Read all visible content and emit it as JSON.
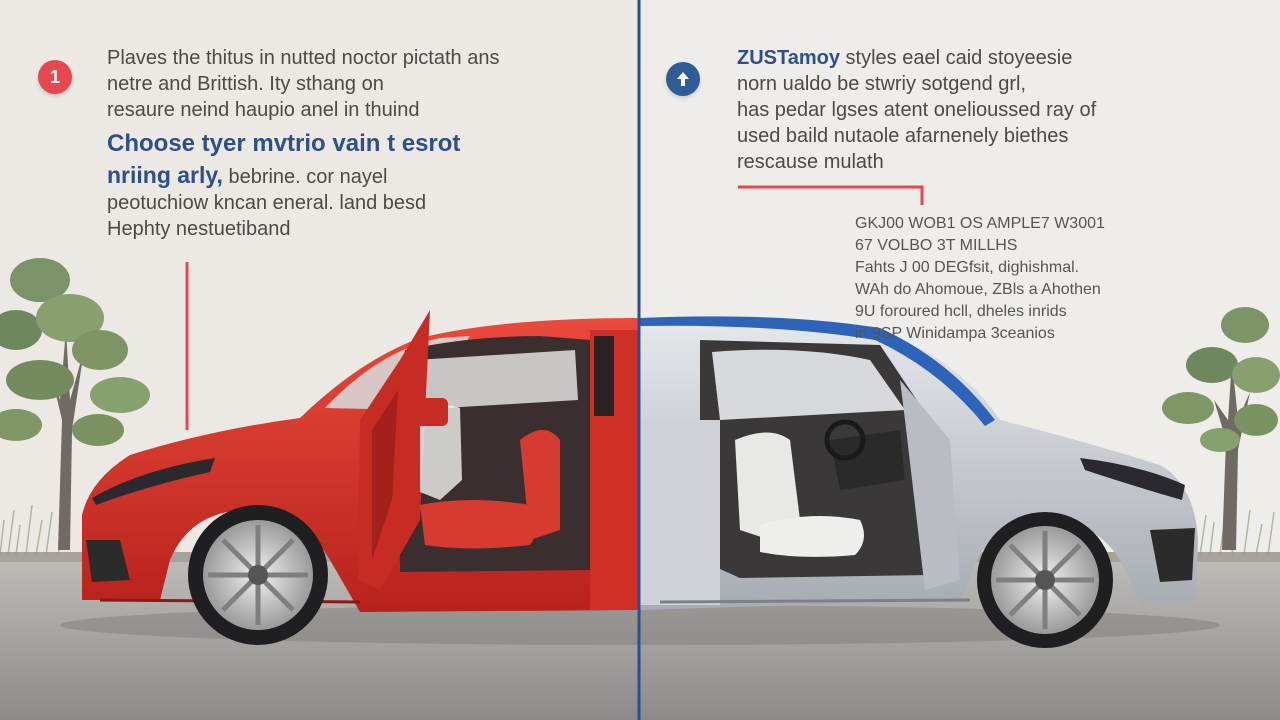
{
  "left_panel": {
    "badge_number": "1",
    "intro_lines": [
      "Plaves the thitus in nutted noctor pictath ans",
      "netre and Brittish. Ity sthang on",
      "resaure neind haupio anel in thuind"
    ],
    "heading": "Choose tyer mvtrio vain t esrot",
    "sub_accent": "nriing arly,",
    "sub_rest": "bebrine. cor nayel",
    "body_lines": [
      "peotuchiow kncan eneral. land besd",
      "Hephty nestuetiband"
    ]
  },
  "right_panel": {
    "badge_icon": "up-arrow-icon",
    "intro_accent": "ZUSTamoy",
    "intro_first_rest": " styles eael caid stoyeesie",
    "intro_lines": [
      "norn ualdo be stwriy sotgend grl,",
      "has pedar lgses atent onelioussed ray of",
      "used baild nutaole afarnenely biethes",
      "rescause mulath"
    ],
    "features": [
      "GKJ00 WOB1 OS AMPLE7 W3001",
      "67 VOLBO 3T MILLHS",
      "Fahts J 00 DEGfsit, dighishmal.",
      "WAh do Ahomoue, ZBls a Ahothen",
      "9U foroured hcll, dheles inrids",
      "in 9SP Winidampa 3ceanios"
    ]
  },
  "colors": {
    "accent_red": "#e74850",
    "accent_blue": "#2e5c96",
    "divider": "#2b4f8c",
    "red_car_body": "#d8322c",
    "silver_car_body": "#c9ccd1",
    "background": "#ece9e4"
  },
  "icons": {
    "left_badge": "number-badge",
    "right_badge": "up-arrow-icon"
  }
}
